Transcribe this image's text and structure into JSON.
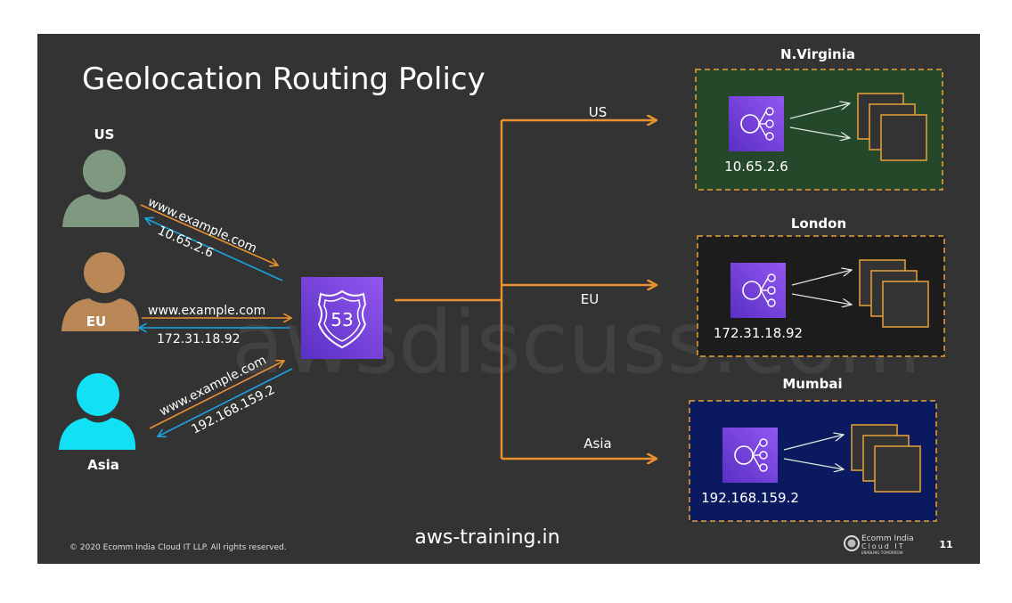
{
  "title": "Geolocation Routing Policy",
  "watermark": "awsdiscuss.com",
  "users": [
    {
      "label": "US",
      "request": "www.example.com",
      "response": "10.65.2.6",
      "color": "#7f9880"
    },
    {
      "label": "EU",
      "request": "www.example.com",
      "response": "172.31.18.92",
      "color": "#b98856"
    },
    {
      "label": "Asia",
      "request": "www.example.com",
      "response": "192.168.159.2",
      "color": "#12e0f5"
    }
  ],
  "route53": {
    "icon": "route53-shield-icon",
    "number": "53",
    "color": "#7a45e0"
  },
  "routes": [
    {
      "label": "US"
    },
    {
      "label": "EU"
    },
    {
      "label": "Asia"
    }
  ],
  "regions": [
    {
      "name": "N.Virginia",
      "ip": "10.65.2.6",
      "bg": "#26482a"
    },
    {
      "name": "London",
      "ip": "172.31.18.92",
      "bg": "#1c1c1c"
    },
    {
      "name": "Mumbai",
      "ip": "192.168.159.2",
      "bg": "#0b1a5e"
    }
  ],
  "colors": {
    "request": "#e8912e",
    "response": "#1aa3e0",
    "border": "#e8a23a"
  },
  "footer": {
    "copyright": "© 2020 Ecomm India Cloud IT LLP. All rights reserved.",
    "site": "aws-training.in",
    "logo_line1": "Ecomm India",
    "logo_line2": "Cloud IT",
    "logo_tagline": "ENABLING TOMORROW",
    "page_number": "11"
  }
}
